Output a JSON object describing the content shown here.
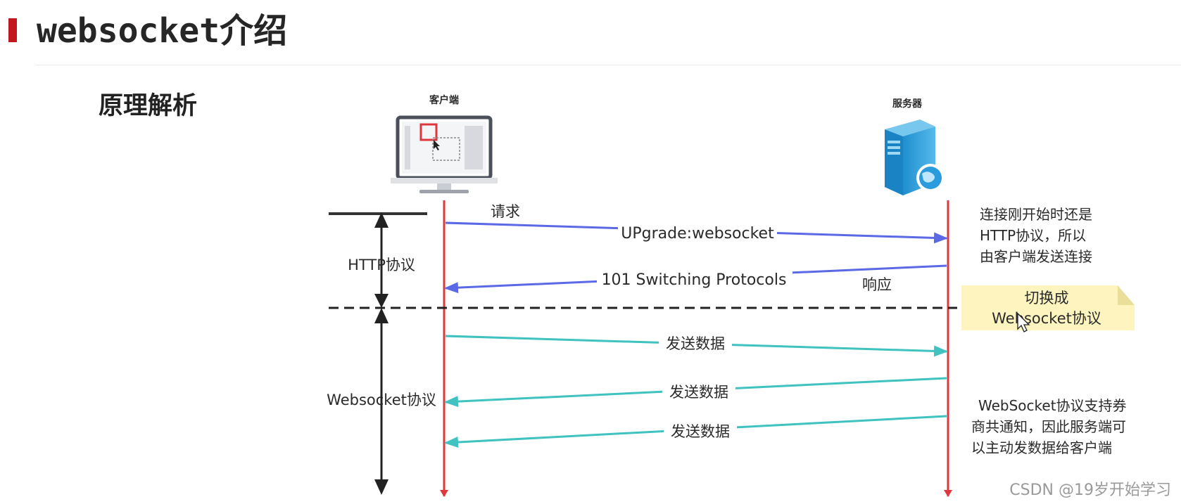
{
  "page": {
    "title": "websocket介绍",
    "subtitle": "原理解析"
  },
  "diagram": {
    "client_label": "客户端",
    "server_label": "服务器",
    "phases": {
      "http": "HTTP协议",
      "websocket": "Websocket协议"
    },
    "messages": {
      "request": "请求",
      "upgrade": "UPgrade:websocket",
      "switching": "101 Switching Protocols",
      "response": "响应",
      "send_1": "发送数据",
      "send_2": "发送数据",
      "send_3": "发送数据"
    },
    "notes": {
      "http_note": [
        "连接刚开始时还是",
        "HTTP协议，所以",
        "由客户端发送连接"
      ],
      "switch_note": [
        "切换成",
        "Websocket协议"
      ],
      "ws_note": [
        "WebSocket协议支持券",
        "商共通知，因此服务端可",
        "以主动发数据给客户端"
      ]
    },
    "colors": {
      "lifeline": "#e0373d",
      "http_arrow": "#5b69e6",
      "ws_arrow": "#3fc2c0",
      "note_bg": "#fdf4bf",
      "client_label": "#3b7be0",
      "server_label": "#3b7be0"
    }
  },
  "watermark": "CSDN @19岁开始学习"
}
